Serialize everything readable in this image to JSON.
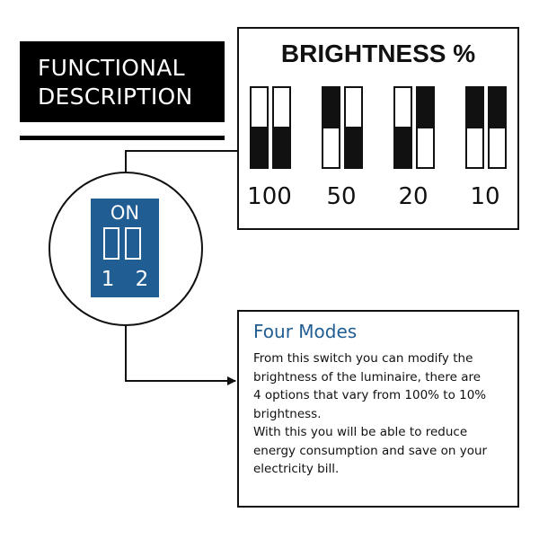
{
  "header": {
    "title_line1": "FUNCTIONAL",
    "title_line2": "DESCRIPTION"
  },
  "brightness": {
    "title": "BRIGHTNESS %",
    "settings": [
      {
        "label": "100",
        "switch1_on": false,
        "switch2_on": false
      },
      {
        "label": "50",
        "switch1_on": true,
        "switch2_on": false
      },
      {
        "label": "20",
        "switch1_on": false,
        "switch2_on": true
      },
      {
        "label": "10",
        "switch1_on": true,
        "switch2_on": true
      }
    ]
  },
  "dip_switch": {
    "on_label": "ON",
    "numbers": "1 2",
    "color": "#1f5d93"
  },
  "modes": {
    "title": "Four Modes",
    "line1": "From this switch you can modify the",
    "line2": "brightness of the luminaire, there are",
    "line3": "4 options that vary from 100% to 10%",
    "line4": "brightness.",
    "line5": "With this you will be able to reduce",
    "line6": "energy consumption and save on your",
    "line7": "electricity bill.",
    "title_color": "#1f5d93"
  }
}
